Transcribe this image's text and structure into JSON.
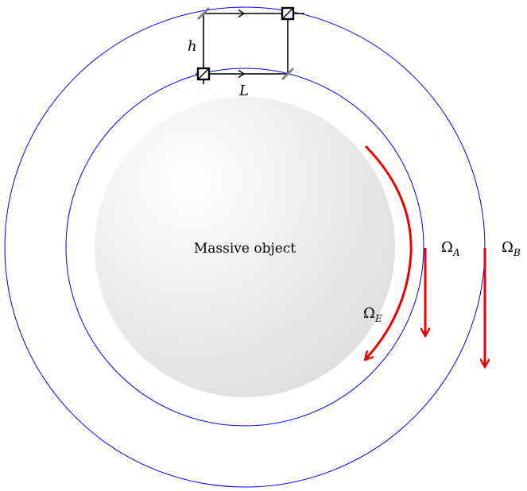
{
  "diagram": {
    "object_label": "Massive object",
    "labels": {
      "height": "h",
      "length": "L",
      "omega_symbol": "Ω",
      "omega_e_sub": "E",
      "omega_a_sub": "A",
      "omega_b_sub": "B"
    },
    "colors": {
      "orbit": "#0000ff",
      "rotation_arrow": "#ee0000",
      "mirror": "#808080",
      "sphere_light": "#ffffff",
      "sphere_dark": "#dcdcde",
      "light_path": "#000000"
    }
  }
}
